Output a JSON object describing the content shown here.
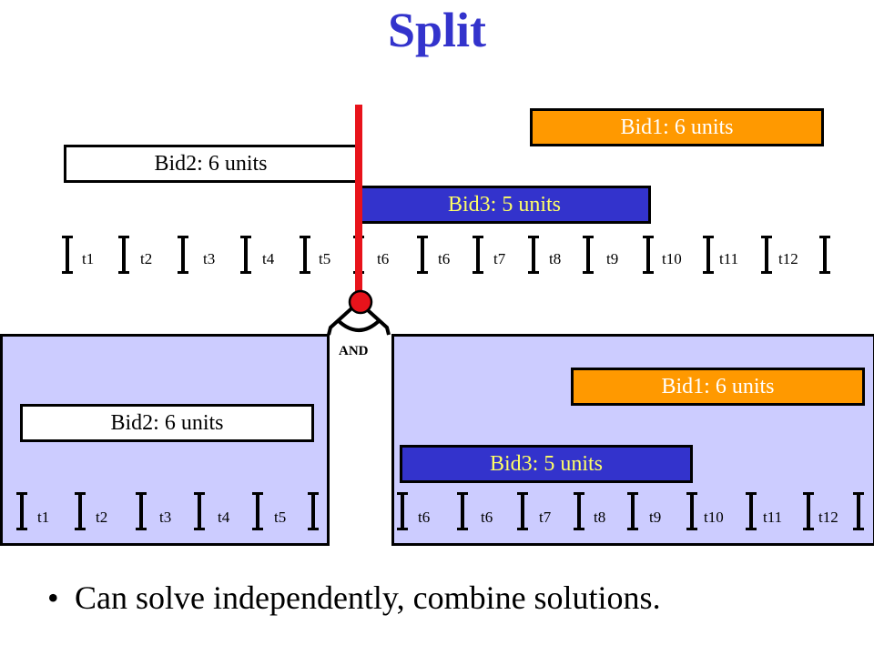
{
  "title": "Split",
  "top": {
    "bids": {
      "bid1": "Bid1: 6 units",
      "bid2": "Bid2: 6 units",
      "bid3": "Bid3: 5 units"
    },
    "timeline": [
      "t1",
      "t2",
      "t3",
      "t4",
      "t5",
      "t6",
      "t6",
      "t7",
      "t8",
      "t9",
      "t10",
      "t11",
      "t12"
    ]
  },
  "connector": {
    "label": "AND"
  },
  "left_panel": {
    "bid2": "Bid2: 6 units",
    "timeline": [
      "t1",
      "t2",
      "t3",
      "t4",
      "t5"
    ]
  },
  "right_panel": {
    "bid1": "Bid1: 6 units",
    "bid3": "Bid3: 5 units",
    "timeline": [
      "t6",
      "t6",
      "t7",
      "t8",
      "t9",
      "t10",
      "t11",
      "t12"
    ]
  },
  "bullet": {
    "symbol": "•",
    "text": "Can solve independently, combine solutions."
  },
  "colors": {
    "title": "#3333cc",
    "orange_bid": "#ff9900",
    "blue_bid": "#3333cc",
    "blue_bid_text": "#ffff66",
    "panel": "#ccccff",
    "split_line": "#e8131b"
  }
}
